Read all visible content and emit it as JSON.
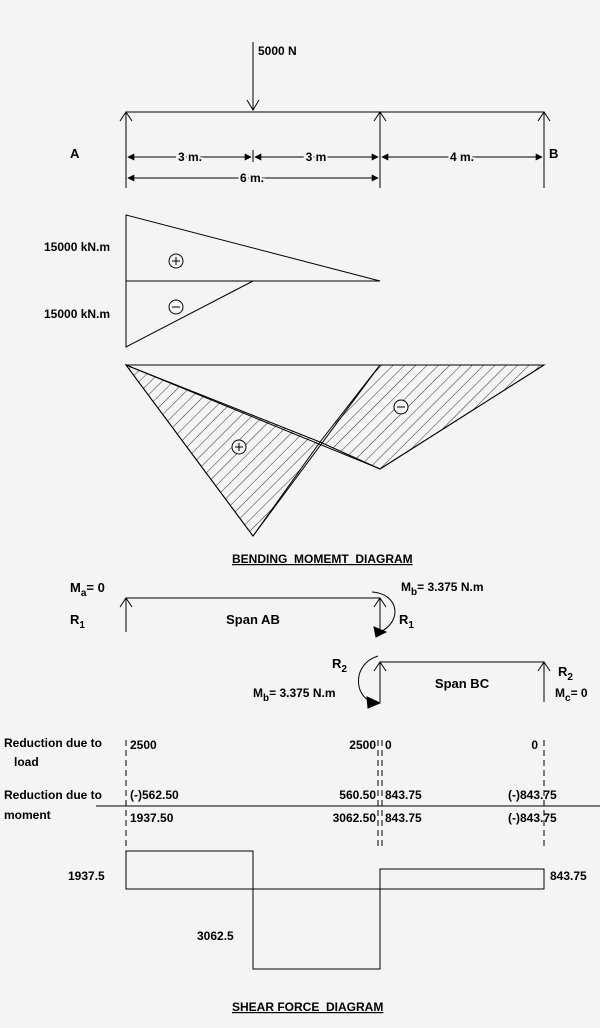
{
  "beam": {
    "load": "5000 N",
    "end_a": "A",
    "end_b": "B",
    "dim_1": "3 m.",
    "dim_2": "3 m",
    "dim_3": "4 m.",
    "dim_total": "6 m."
  },
  "moment_triangles": {
    "top_value": "15000 kN.m",
    "bottom_value": "15000 kN.m"
  },
  "bmd": {
    "title": "BENDING  MOMEMT  DIAGRAM"
  },
  "spans": {
    "ab": {
      "moment_a_main": "M",
      "moment_a_sub": "a",
      "moment_a_rest": "= 0",
      "r_main": "R",
      "r_sub": "1",
      "label": "Span AB",
      "moment_b_main": "M",
      "moment_b_sub": "b",
      "moment_b_rest": "= 3.375 N.m",
      "r_right_main": "R",
      "r_right_sub": "1"
    },
    "bc": {
      "r_main": "R",
      "r_sub": "2",
      "moment_b_main": "M",
      "moment_b_sub": "b",
      "moment_b_rest": "= 3.375 N.m",
      "label": "Span BC",
      "r_right_main": "R",
      "r_right_sub": "2",
      "moment_c_main": "M",
      "moment_c_sub": "c",
      "moment_c_rest": "= 0"
    }
  },
  "reactions": {
    "load_row_label": [
      "Reduction due to",
      "load"
    ],
    "moment_row_label": [
      "Reduction due to",
      "moment"
    ],
    "load_values": [
      "2500",
      "2500",
      "0",
      "0"
    ],
    "moment_values": [
      "(-)562.50",
      "560.50",
      "843.75",
      "(-)843.75"
    ],
    "totals": [
      "1937.50",
      "3062.50",
      "843.75",
      "(-)843.75"
    ]
  },
  "sfd": {
    "title": "SHEAR FORCE  DIAGRAM",
    "label_a": "1937.5",
    "label_mid": "3062.5",
    "label_b": "843.75",
    "values": [
      1937.5,
      -3062.5,
      843.75
    ]
  }
}
